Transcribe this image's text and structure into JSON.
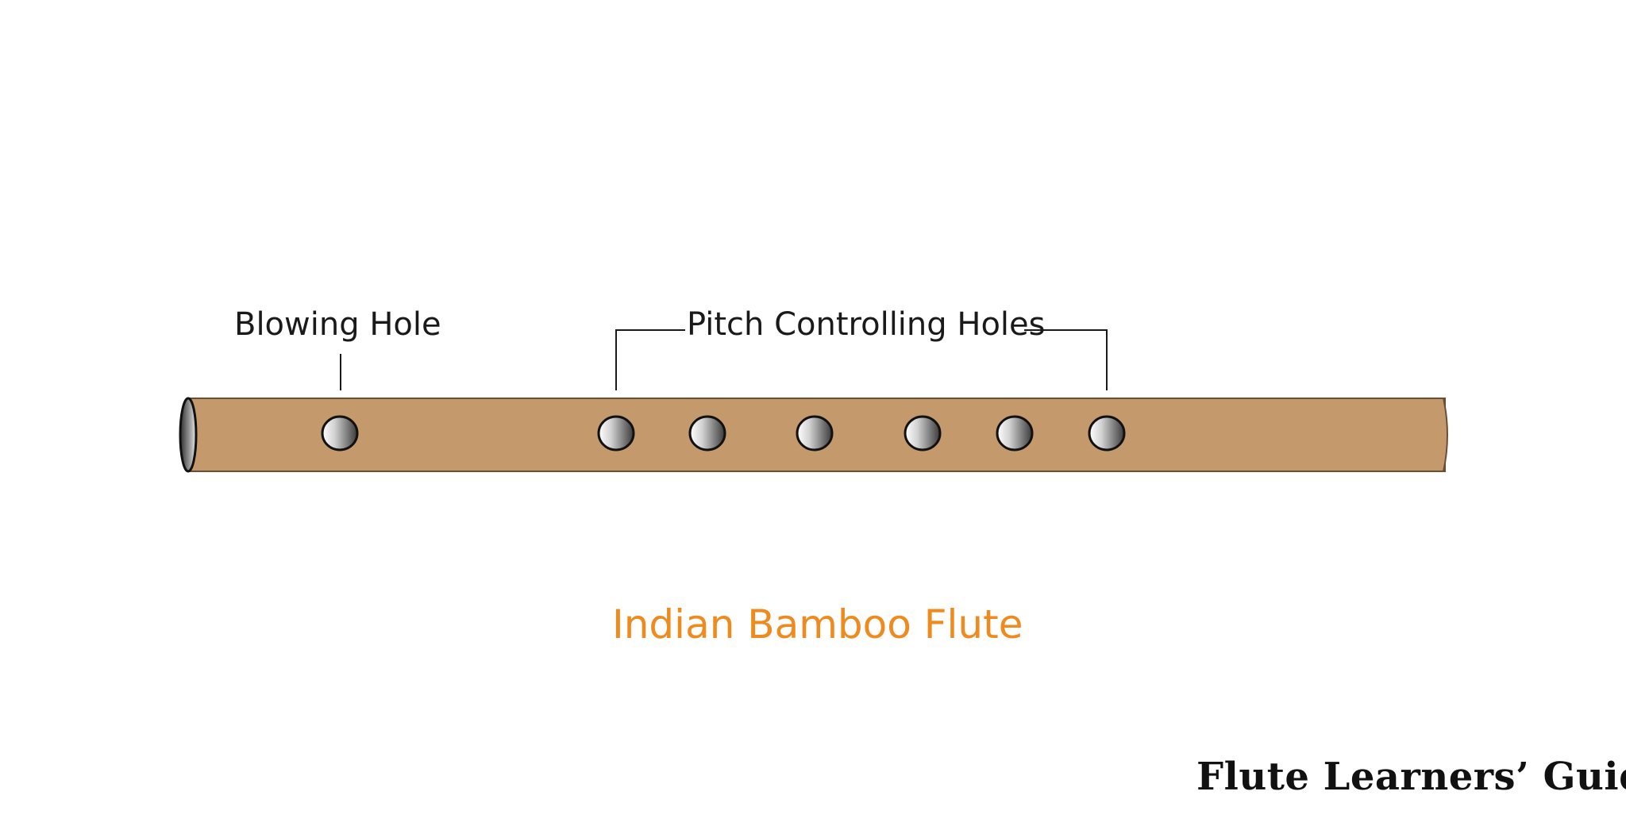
{
  "labels": {
    "blowing_hole": "Blowing Hole",
    "pitch_holes": "Pitch Controlling Holes",
    "title": "Indian Bamboo Flute",
    "brand": "Flute Learners’ Guide"
  },
  "colors": {
    "flute_body": "#c49a6c",
    "flute_outline": "#6b4f33",
    "hole_light": "#ffffff",
    "hole_dark": "#3a3a3a",
    "leader_line": "#1a1a1a",
    "label_text": "#1a1a1a",
    "title_text": "#ee8a1e",
    "brand_text": "#111111"
  },
  "diagram": {
    "blowing_hole_count": 1,
    "pitch_hole_count": 6
  }
}
